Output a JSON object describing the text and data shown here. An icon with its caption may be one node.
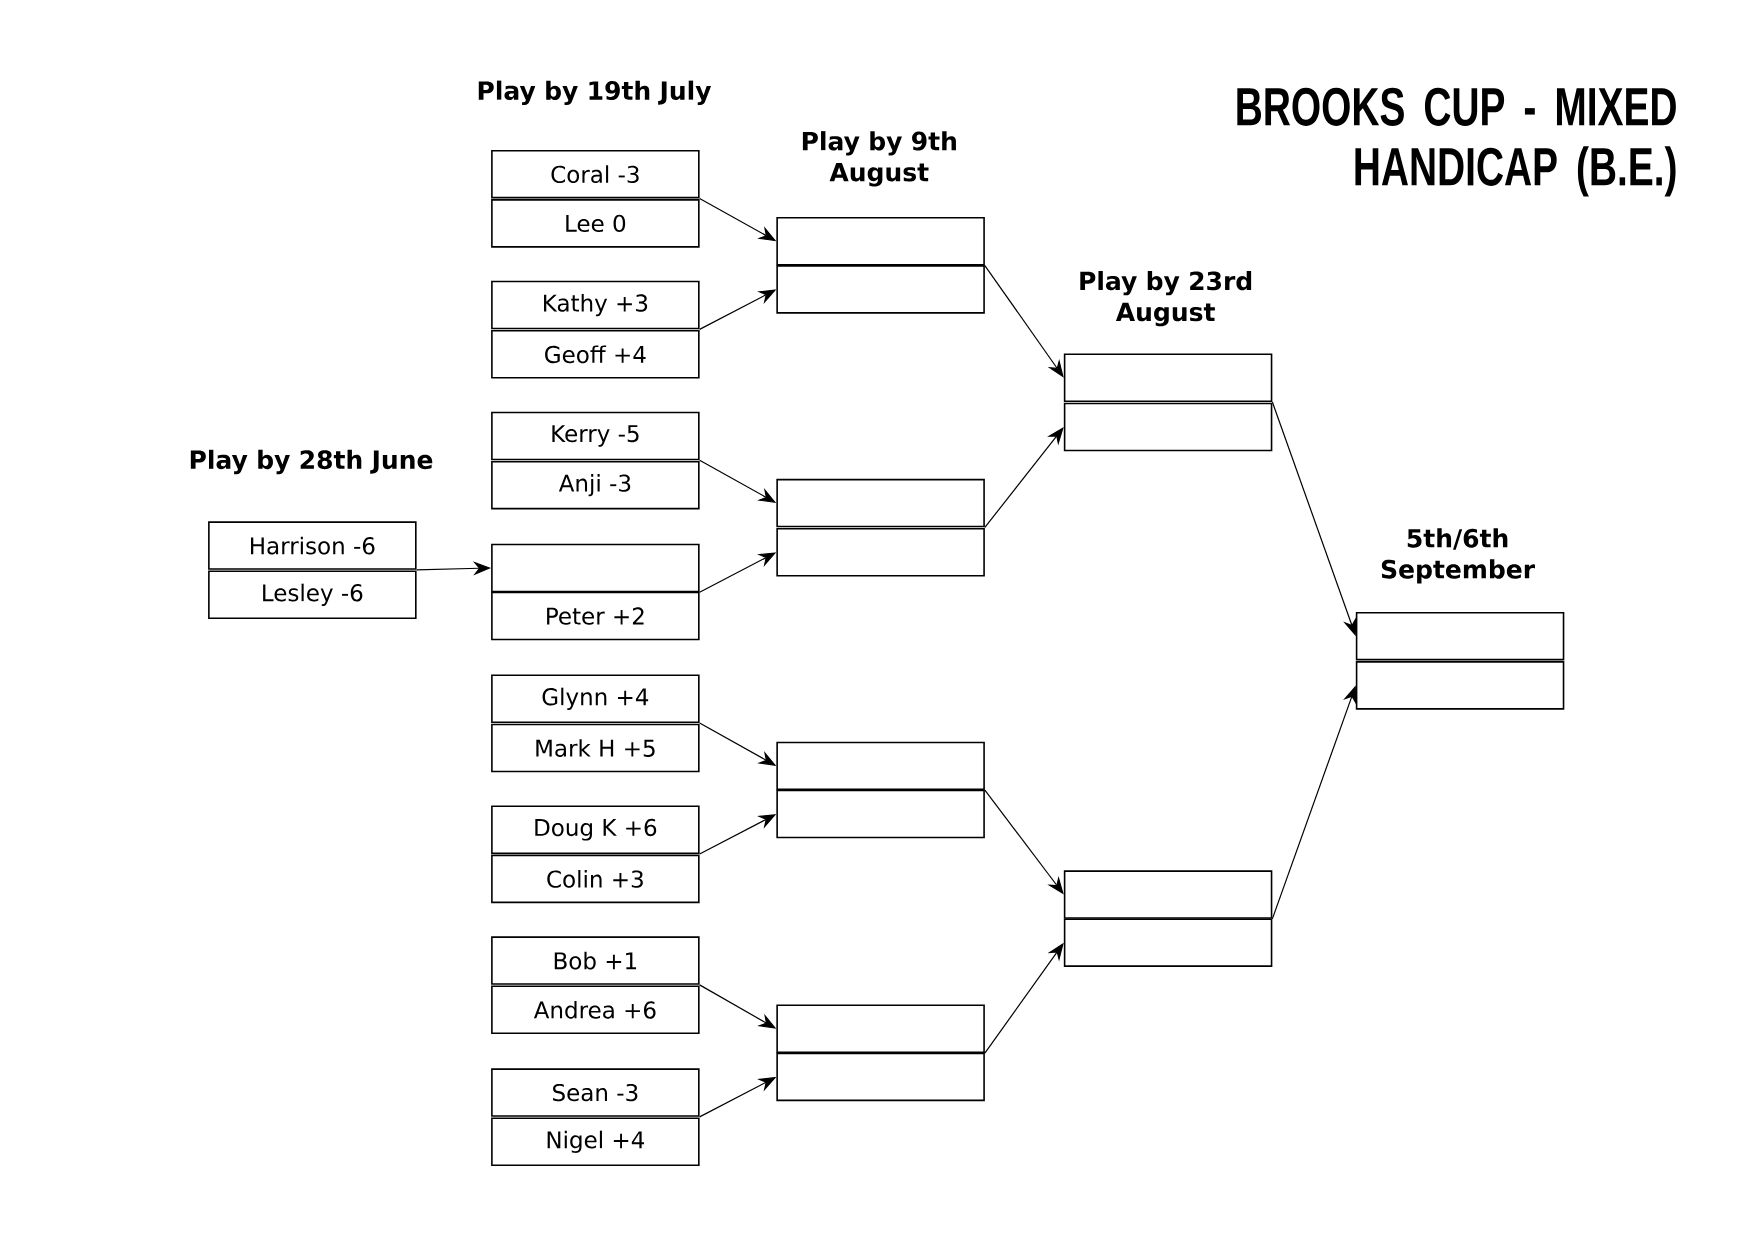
{
  "diagram": {
    "title": "BROOKS CUP - MIXED HANDICAP (B.E.)",
    "nodes": [
      {
        "text": [
          "Harrison  -6"
        ]
      },
      {
        "text": [
          "Lesley  -6"
        ]
      },
      {
        "text": [
          "Coral  -3"
        ]
      },
      {
        "text": [
          "Lee  0"
        ]
      },
      {
        "text": [
          "Kathy  +3"
        ]
      },
      {
        "text": [
          "Geoff  +4"
        ]
      },
      {
        "text": [
          "Kerry  -5"
        ]
      },
      {
        "text": [
          "Anji  -3"
        ]
      },
      {
        "text": [],
        "shape": "box"
      },
      {
        "text": [
          "Peter +2"
        ]
      },
      {
        "text": [
          "Glynn  +4"
        ]
      },
      {
        "text": [
          "Mark H  +5"
        ]
      },
      {
        "text": [
          "Doug K  +6"
        ]
      },
      {
        "text": [
          "Colin  +3"
        ]
      },
      {
        "text": [
          "Bob  +1"
        ]
      },
      {
        "text": [
          "Andrea  +6"
        ]
      },
      {
        "text": [
          "Sean  -3"
        ]
      },
      {
        "text": [
          "Nigel  +4"
        ]
      },
      {
        "text": [],
        "shape": "box"
      },
      {
        "text": [],
        "shape": "box"
      },
      {
        "text": [],
        "shape": "box"
      },
      {
        "text": [],
        "shape": "box"
      },
      {
        "text": [],
        "shape": "box"
      },
      {
        "text": [],
        "shape": "box"
      },
      {
        "text": [],
        "shape": "box"
      },
      {
        "text": [],
        "shape": "box"
      },
      {
        "text": [],
        "shape": "box"
      },
      {
        "text": [],
        "shape": "box"
      },
      {
        "text": [],
        "shape": "box"
      },
      {
        "text": [],
        "shape": "box"
      },
      {
        "text": [],
        "shape": "box"
      },
      {
        "text": [],
        "shape": "box"
      }
    ],
    "edges": [
      {
        "from": 0,
        "to": 8,
        "arrow": "to"
      },
      {
        "from": 2,
        "to": 18,
        "arrow": "to"
      },
      {
        "from": 4,
        "to": 19,
        "arrow": "to"
      },
      {
        "from": 6,
        "to": 20,
        "arrow": "to"
      },
      {
        "from": 8,
        "to": 21,
        "arrow": "to"
      },
      {
        "from": 10,
        "to": 22,
        "arrow": "to"
      },
      {
        "from": 12,
        "to": 23,
        "arrow": "to"
      },
      {
        "from": 14,
        "to": 24,
        "arrow": "to"
      },
      {
        "from": 16,
        "to": 25,
        "arrow": "to"
      },
      {
        "from": 18,
        "to": 26,
        "arrow": "to"
      },
      {
        "from": 20,
        "to": 27,
        "arrow": "to"
      },
      {
        "from": 22,
        "to": 28,
        "arrow": "to"
      },
      {
        "from": 24,
        "to": 29,
        "arrow": "to"
      },
      {
        "from": 26,
        "to": 30,
        "arrow": "to"
      },
      {
        "from": 28,
        "to": 31,
        "arrow": "to"
      }
    ],
    "labels": [
      "Play by 19th July",
      "Play by 9th August",
      "Play by 23rd August",
      "Play by 28th June",
      "5th/6th September"
    ]
  }
}
